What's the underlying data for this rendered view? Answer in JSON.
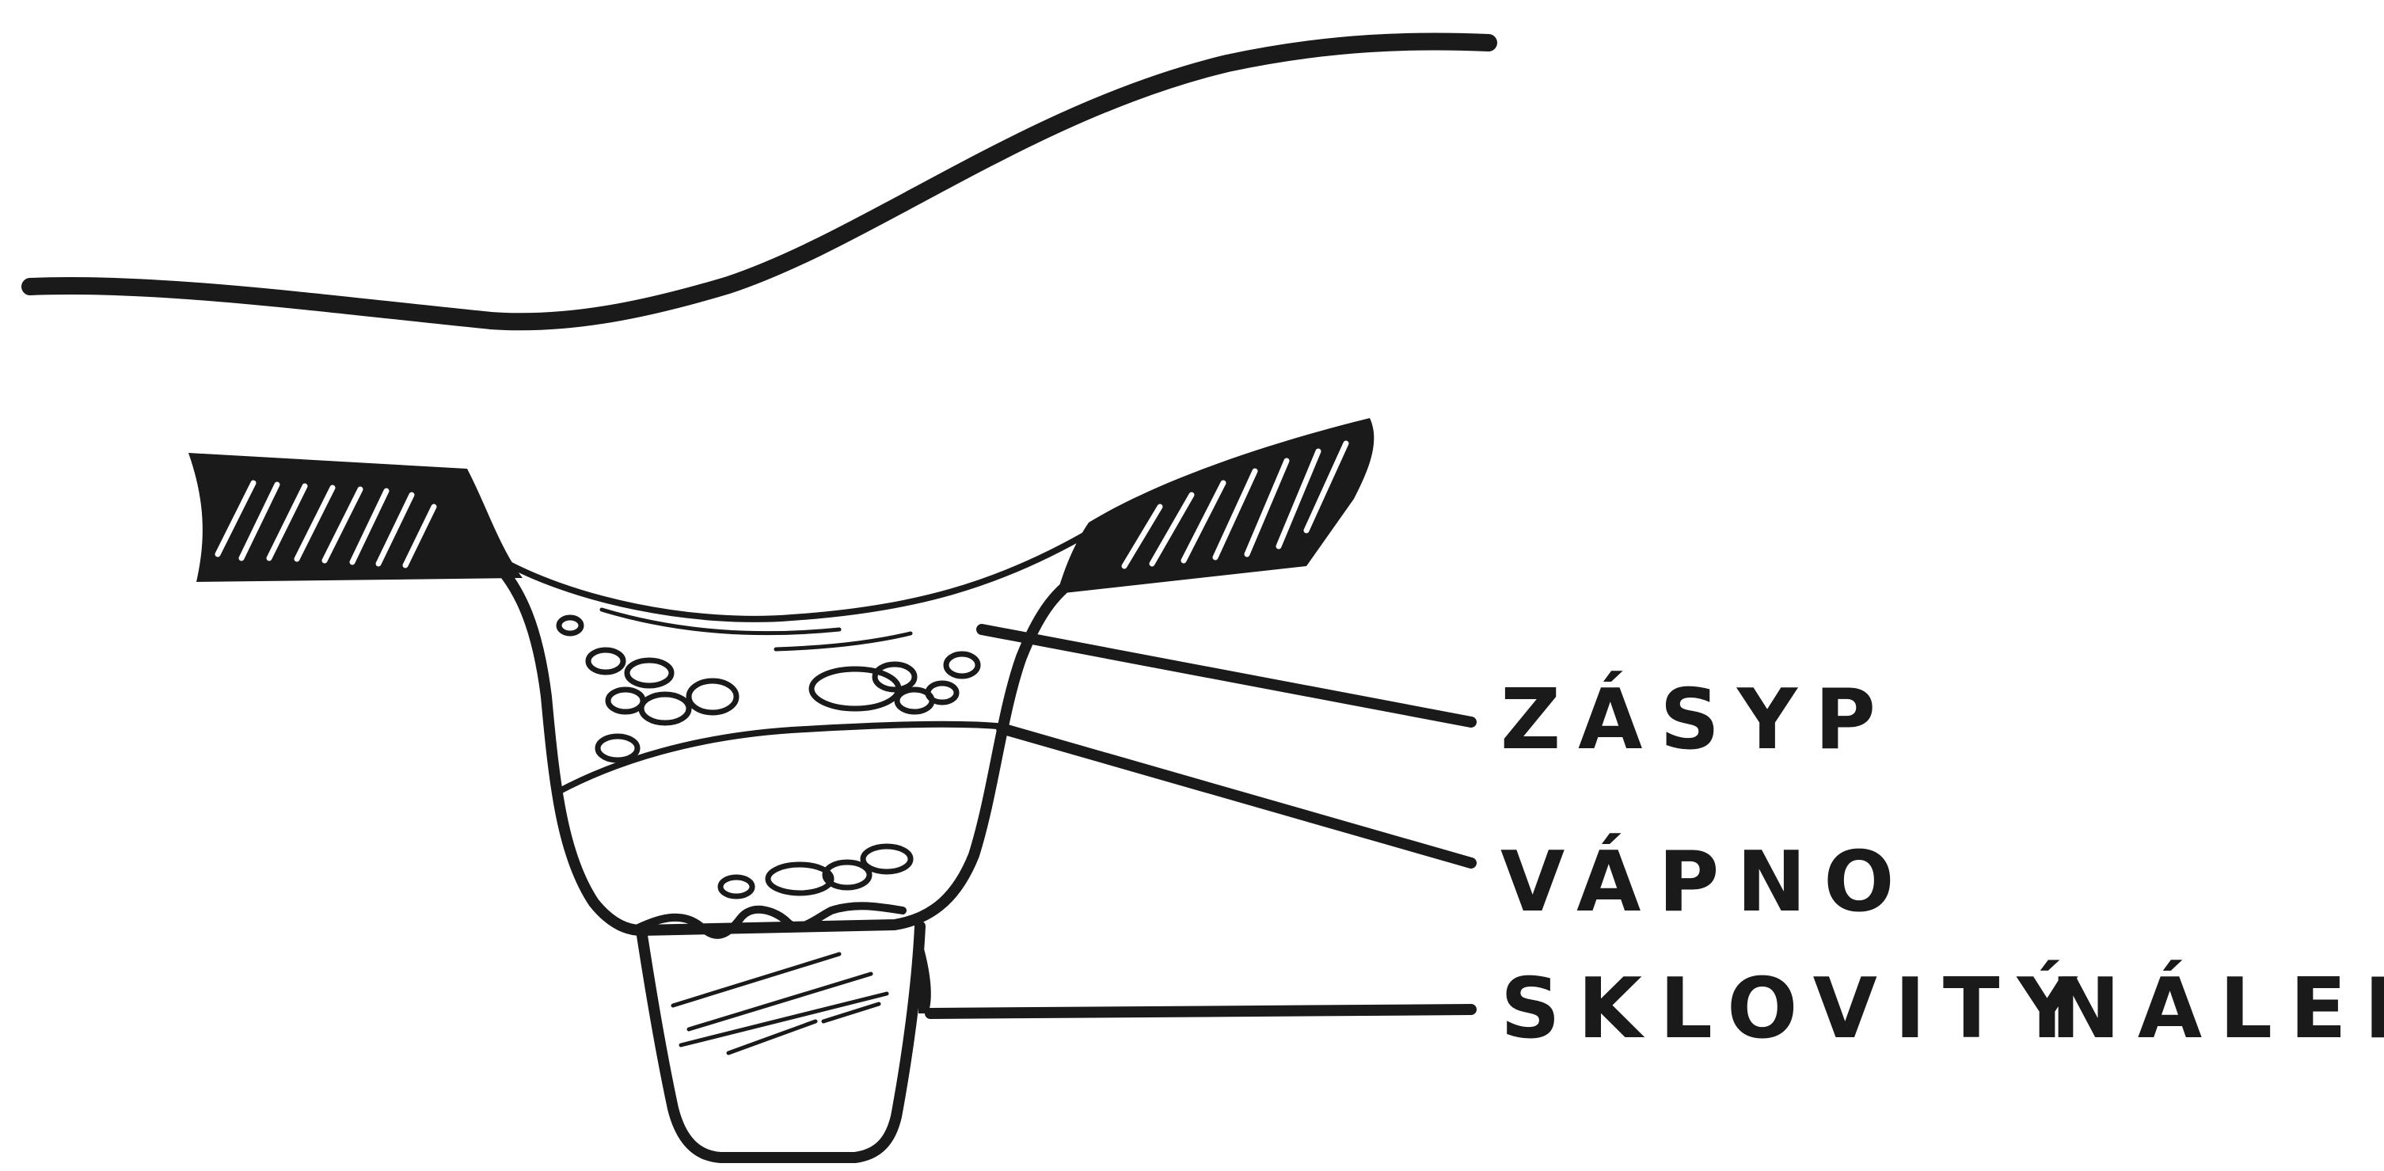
{
  "diagram": {
    "labels": {
      "backfill": "ZÁSYP",
      "lime": "VÁPNO",
      "glassy_deposit": "SKLOVITÝ",
      "glassy_deposit_2": "NÁLEP"
    }
  }
}
